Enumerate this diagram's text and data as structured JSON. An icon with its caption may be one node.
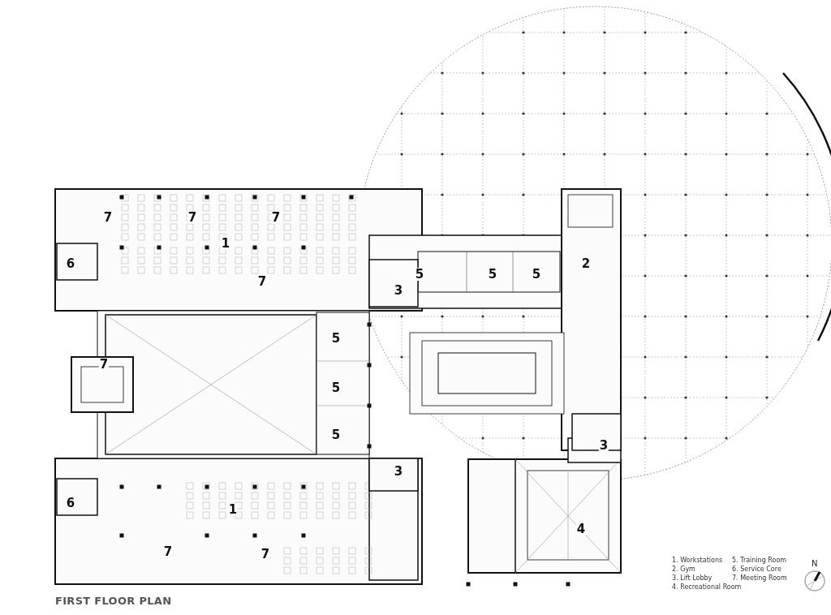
{
  "diagram": {
    "title": "FIRST FLOOR PLAN",
    "labels": [
      "7",
      "7",
      "7",
      "1",
      "2",
      "5",
      "5",
      "5",
      "7",
      "6",
      "3",
      "5",
      "7",
      "5",
      "5",
      "3",
      "6",
      "3",
      "1",
      "4",
      "7",
      "7",
      "1. Workstations",
      "5. Training Room",
      "2. Gym",
      "6. Service Core",
      "3. Lift Lobby",
      "7. Meeting Room",
      "4. Recreational Room",
      "N"
    ]
  }
}
